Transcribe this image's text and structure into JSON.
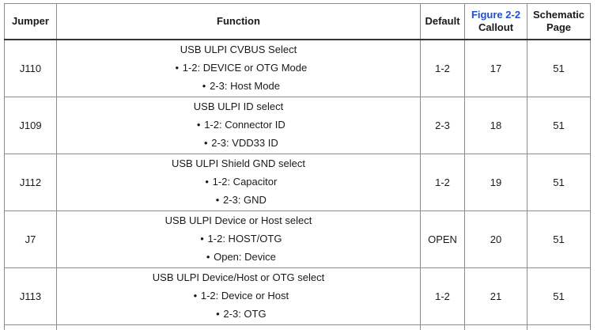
{
  "headers": {
    "jumper": "Jumper",
    "function": "Function",
    "default": "Default",
    "callout_line1": "Figure 2-2",
    "callout_line2": "Callout",
    "schematic_line1": "Schematic",
    "schematic_line2": "Page"
  },
  "rows": [
    {
      "jumper": "J110",
      "title": "USB ULPI CVBUS Select",
      "options": [
        "1-2: DEVICE or OTG Mode",
        "2-3: Host Mode"
      ],
      "default": "1-2",
      "callout": "17",
      "page": "51"
    },
    {
      "jumper": "J109",
      "title": "USB ULPI ID select",
      "options": [
        "1-2: Connector ID",
        "2-3: VDD33 ID"
      ],
      "default": "2-3",
      "callout": "18",
      "page": "51"
    },
    {
      "jumper": "J112",
      "title": "USB ULPI Shield GND select",
      "options": [
        "1-2: Capacitor",
        "2-3: GND"
      ],
      "default": "1-2",
      "callout": "19",
      "page": "51"
    },
    {
      "jumper": "J7",
      "title": "USB ULPI Device or Host select",
      "options": [
        "1-2: HOST/OTG",
        "Open: Device"
      ],
      "default": "OPEN",
      "callout": "20",
      "page": "51"
    },
    {
      "jumper": "J113",
      "title": "USB ULPI Device/Host or OTG select",
      "options": [
        "1-2: Device or Host",
        "2-3: OTG"
      ],
      "default": "1-2",
      "callout": "21",
      "page": "51"
    }
  ],
  "colors": {
    "link": "#1f4fd6",
    "border": "#8c8c8c"
  }
}
